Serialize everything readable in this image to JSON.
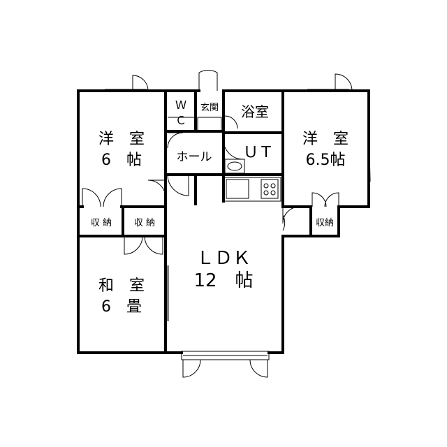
{
  "rooms": {
    "western_1": {
      "name": "洋　室",
      "size": "6　帖"
    },
    "western_2": {
      "name": "洋　室",
      "size": "6.5帖"
    },
    "japanese": {
      "name": "和　室",
      "size": "6　畳"
    },
    "ldk": {
      "name": "ＬＤＫ",
      "size": "12　帖"
    },
    "wc_1": "Ｗ",
    "wc_2": "Ｃ",
    "entrance": "玄関",
    "bath": "浴室",
    "hall": "ホール",
    "ut": "ＵＴ",
    "storage_1": "収 納",
    "storage_2": "収 納",
    "storage_3": "収納"
  }
}
